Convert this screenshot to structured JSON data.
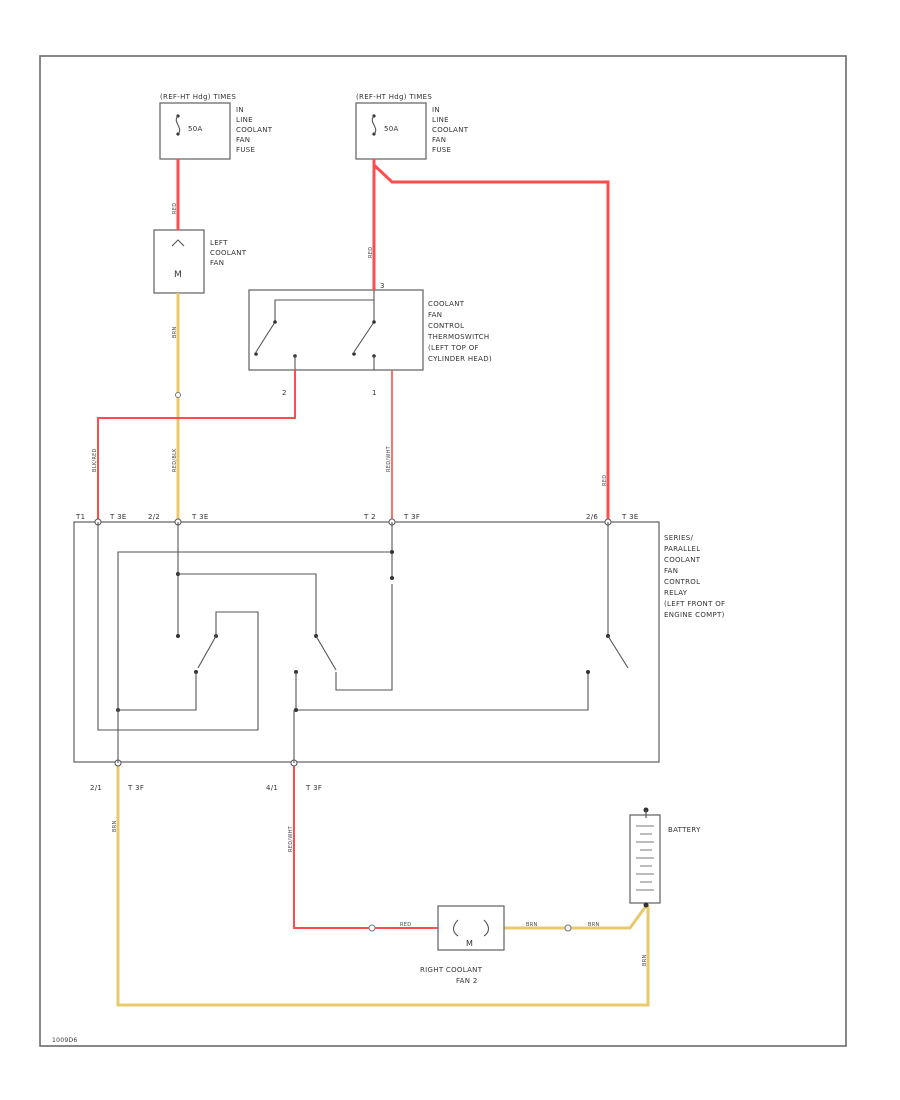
{
  "diagram_id": "1009D6",
  "colors": {
    "red": "#ff4d4d",
    "tan": "#e8c96c",
    "gray": "#555555",
    "frame": "#6b6b6b"
  },
  "fuses": [
    {
      "header": "(REF-HT Hdg) TIMES",
      "rating": "50A",
      "desc": [
        "IN",
        "LINE",
        "COOLANT",
        "FAN",
        "FUSE"
      ]
    },
    {
      "header": "(REF-HT Hdg) TIMES",
      "rating": "50A",
      "desc": [
        "IN",
        "LINE",
        "COOLANT",
        "FAN",
        "FUSE"
      ]
    }
  ],
  "left_fan": {
    "lines": [
      "LEFT",
      "COOLANT",
      "FAN"
    ],
    "symbol": "M"
  },
  "thermoswitch": {
    "lines": [
      "COOLANT",
      "FAN",
      "CONTROL",
      "THERMOSWITCH",
      "(LEFT TOP OF",
      "CYLINDER HEAD)"
    ],
    "pin_top": "3",
    "pin_left": "2",
    "pin_right": "1"
  },
  "relay": {
    "lines": [
      "SERIES/",
      "PARALLEL",
      "COOLANT",
      "FAN",
      "CONTROL",
      "RELAY",
      "(LEFT FRONT OF",
      "ENGINE COMPT)"
    ],
    "top_pins": [
      {
        "pin": "T1",
        "conn": "T 3E"
      },
      {
        "pin": "2/2",
        "conn": "T 3E"
      },
      {
        "pin": "T 2",
        "conn": "T 3F"
      },
      {
        "pin": "2/6",
        "conn": "T 3E"
      }
    ],
    "bottom_pins": [
      {
        "pin": "2/1",
        "conn": "T 3F"
      },
      {
        "pin": "4/1",
        "conn": "T 3F"
      }
    ]
  },
  "battery": {
    "label": "BATTERY"
  },
  "right_fan": {
    "lines": [
      "RIGHT COOLANT",
      "FAN 2"
    ],
    "symbol": "M"
  },
  "wire_labels": {
    "fuse1_out": "RED",
    "fan_out": "BRN",
    "fuse2_out": "RED",
    "t1": "BLK/RED",
    "t22": "RED/BLK",
    "t2": "RED/WHT",
    "t26": "RED",
    "bottom_left": "BRN",
    "bottom_right": "RED/WHT",
    "right_fan_in": "RED",
    "right_fan_out_a": "BRN",
    "right_fan_out_b": "BRN",
    "battery_ground": "BRN"
  }
}
